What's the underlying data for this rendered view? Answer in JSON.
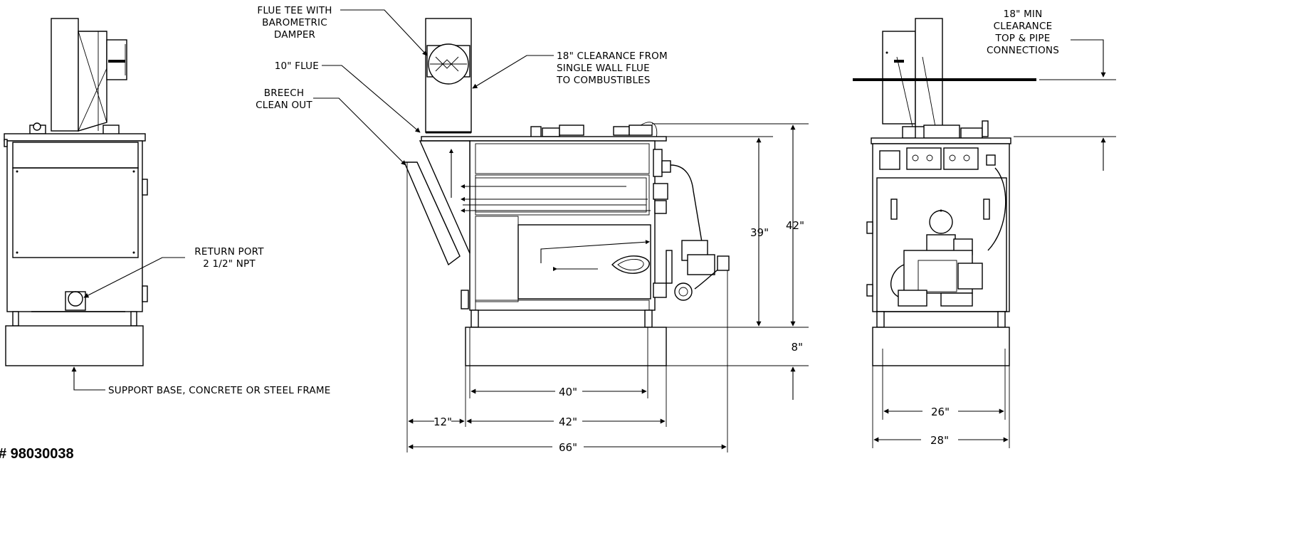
{
  "callouts": {
    "flue_tee": [
      "FLUE TEE WITH",
      "BAROMETRIC",
      "DAMPER"
    ],
    "flue_10": "10\" FLUE",
    "breech": [
      "BREECH",
      "CLEAN OUT"
    ],
    "clearance_flue": [
      "18\" CLEARANCE FROM",
      "SINGLE WALL FLUE",
      "TO COMBUSTIBLES"
    ],
    "clearance_top": [
      "18\" MIN",
      "CLEARANCE",
      "TOP & PIPE",
      "CONNECTIONS"
    ],
    "return_port": [
      "RETURN PORT",
      "2 1/2\" NPT"
    ],
    "support_base": "SUPPORT BASE, CONCRETE OR STEEL FRAME"
  },
  "dimensions": {
    "height_body": "39\"",
    "height_total": "42\"",
    "base_height": "8\"",
    "width_40": "40\"",
    "width_42": "42\"",
    "width_12": "12\"",
    "width_66": "66\"",
    "width_26": "26\"",
    "width_28": "28\""
  },
  "part_number": "# 98030038",
  "colors": {
    "line": "#000000",
    "background": "#ffffff"
  }
}
